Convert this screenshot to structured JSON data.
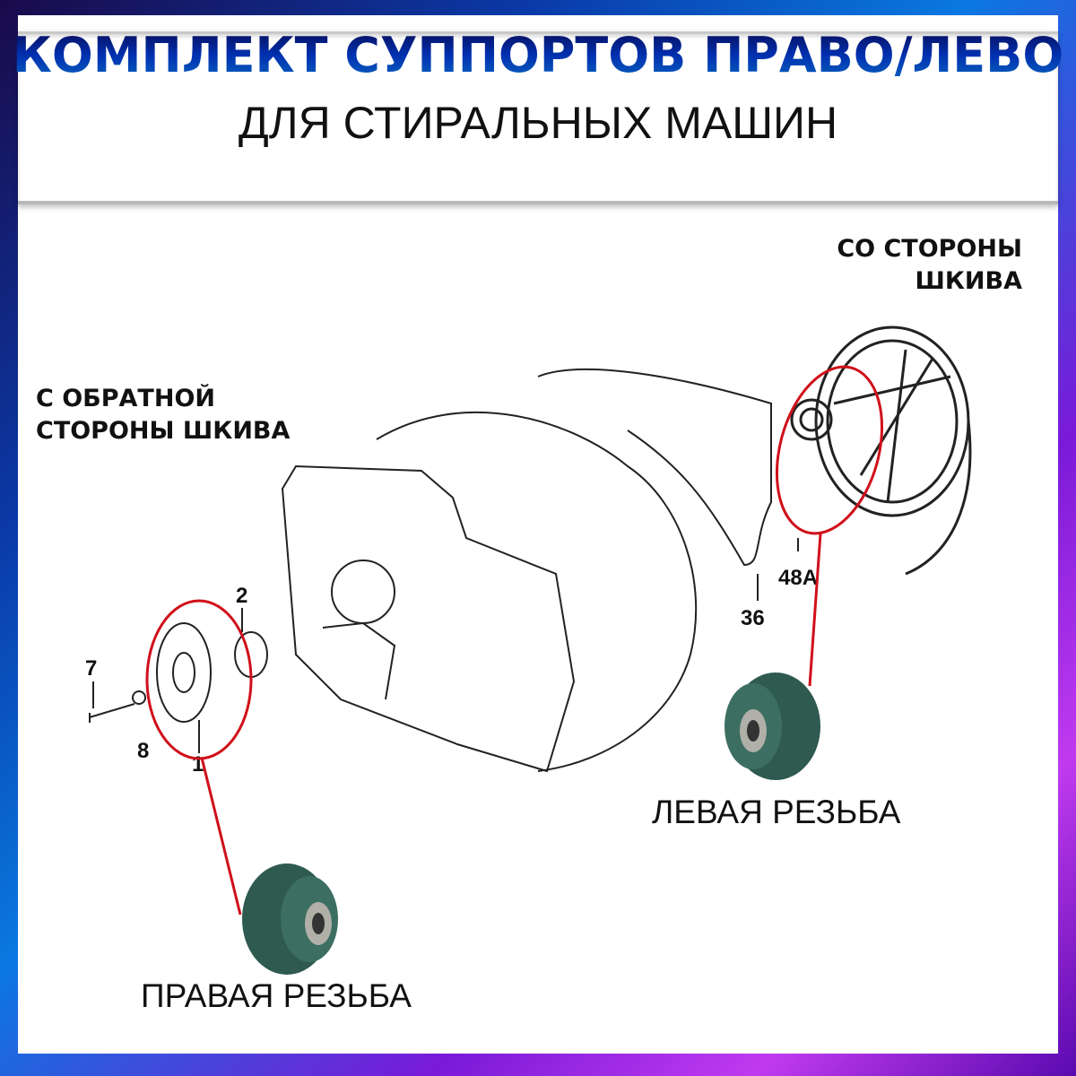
{
  "header": {
    "title": "КОМПЛЕКТ СУППОРТОВ ПРАВО/ЛЕВО",
    "subtitle": "ДЛЯ СТИРАЛЬНЫХ МАШИН"
  },
  "labels": {
    "pulley_side_1": "СО СТОРОНЫ",
    "pulley_side_2": "ШКИВА",
    "back_side_1": "С ОБРАТНОЙ",
    "back_side_2": "СТОРОНЫ ШКИВА"
  },
  "threads": {
    "left": "ЛЕВАЯ РЕЗЬБА",
    "right": "ПРАВАЯ РЕЗЬБА"
  },
  "part_numbers": {
    "p7": "7",
    "p8": "8",
    "p1": "1",
    "p2": "2",
    "p36": "36",
    "p48a": "48A"
  },
  "colors": {
    "title": "#0030b0",
    "highlight": "#d0101a",
    "part": "#2e5a50"
  }
}
